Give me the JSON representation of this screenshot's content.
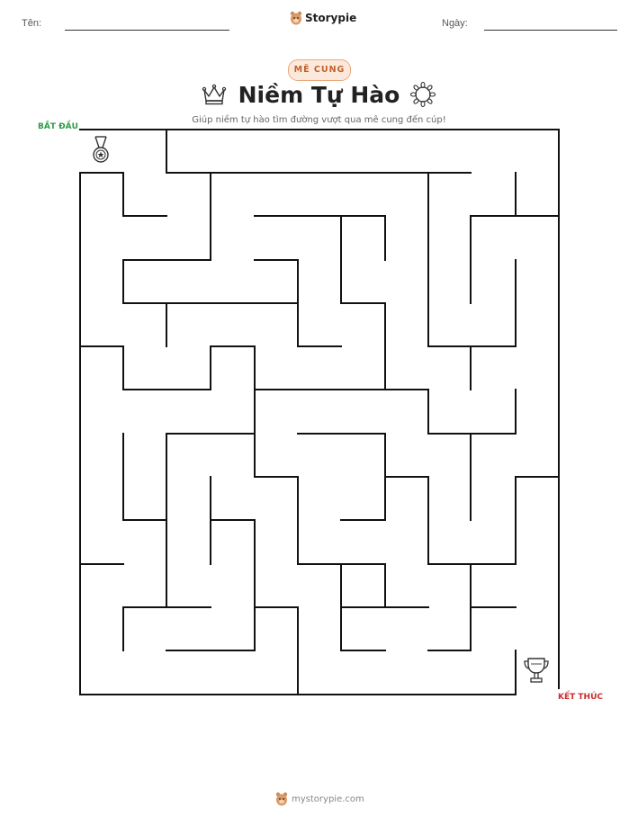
{
  "header": {
    "name_label": "Tên:",
    "date_label": "Ngày:",
    "brand": "Storypie"
  },
  "badge": "MÊ CUNG",
  "title": "Niềm Tự Hào",
  "subtitle": "Giúp niềm tự hào tìm đường vượt qua mê cung đến cúp!",
  "maze": {
    "start_label": "BẮT ĐẦU",
    "end_label": "KẾT THÚC"
  },
  "icons": {
    "title_left": "crown-icon",
    "title_right": "laurel-wreath-icon",
    "start": "medal-icon",
    "end": "trophy-cup-icon"
  },
  "footer": {
    "site": "mystorypie.com"
  }
}
